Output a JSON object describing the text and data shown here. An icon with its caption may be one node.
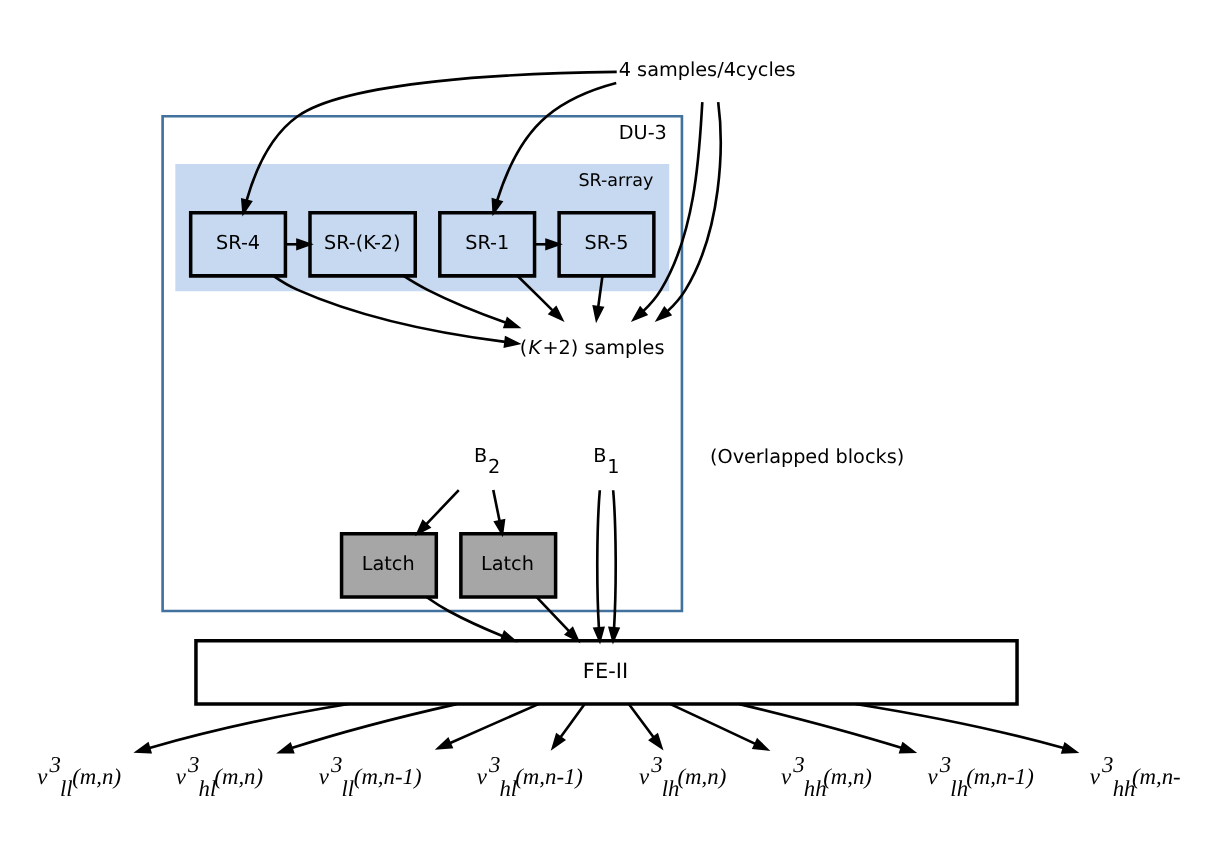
{
  "diagram": {
    "nodes": [
      {
        "text": [
          "4 samples/4cycles"
        ]
      },
      {
        "text": [
          "DU-3"
        ]
      },
      {
        "text": [
          "SR-array"
        ],
        "in": 1
      },
      {
        "text": [
          "SR-1"
        ],
        "in": 2
      },
      {
        "text": [
          "SR-4"
        ],
        "in": 2
      },
      {
        "text": [
          "SR-5"
        ],
        "in": 2
      },
      {
        "text": [
          "SR-(K-2)"
        ],
        "in": 2
      },
      {
        "text": [
          "(*K*+2) samples"
        ],
        "in": 1
      },
      {
        "text": [
          "B$_{1}$"
        ],
        "in": 1
      },
      {
        "text": [
          "B$_{2}$"
        ],
        "in": 1
      },
      {
        "text": [
          "Latch"
        ],
        "in": 1
      },
      {
        "text": [
          "Latch"
        ],
        "in": 1
      },
      {
        "text": [
          "FE-II"
        ]
      },
      {
        "text": [
          "v$^{3}$$_{ll}$(m,n)"
        ]
      },
      {
        "text": [
          "v$^{3}$$_{hl}$(m,n)"
        ]
      },
      {
        "text": [
          "v$^{3}$$_{ll}$(m,n-1)"
        ]
      },
      {
        "text": [
          "v$^{3}$$_{hl}$(m,n-1)"
        ]
      },
      {
        "text": [
          "v$^{3}$$_{lh}$(m,n)"
        ]
      },
      {
        "text": [
          "v$^{3}$$_{hh}$(m,n)"
        ]
      },
      {
        "text": [
          "v$^{3}$$_{lh}$(m,n-1)"
        ]
      },
      {
        "text": [
          "v$^{3}$$_{hh}$(m,n-"
        ]
      }
    ],
    "edges": [
      {
        "from": 0,
        "to": 3,
        "arrow": "to"
      },
      {
        "from": 0,
        "to": 4,
        "arrow": "to"
      },
      {
        "from": 0,
        "to": 7,
        "arrow": "to"
      },
      {
        "from": 0,
        "to": 7,
        "arrow": "to"
      },
      {
        "from": 3,
        "to": 5,
        "arrow": "to"
      },
      {
        "from": 4,
        "to": 6,
        "arrow": "to"
      },
      {
        "from": 3,
        "to": 7,
        "arrow": "to"
      },
      {
        "from": 4,
        "to": 7,
        "arrow": "to"
      },
      {
        "from": 5,
        "to": 7,
        "arrow": "to"
      },
      {
        "from": 6,
        "to": 7,
        "arrow": "to"
      },
      {
        "from": 8,
        "to": 12,
        "arrow": "to"
      },
      {
        "from": 8,
        "to": 12,
        "arrow": "to"
      },
      {
        "from": 9,
        "to": 10,
        "arrow": "to"
      },
      {
        "from": 9,
        "to": 11,
        "arrow": "to"
      },
      {
        "from": 10,
        "to": 12,
        "arrow": "to"
      },
      {
        "from": 11,
        "to": 12,
        "arrow": "to"
      },
      {
        "from": 12,
        "to": 13,
        "arrow": "to"
      },
      {
        "from": 12,
        "to": 14,
        "arrow": "to"
      },
      {
        "from": 12,
        "to": 15,
        "arrow": "to"
      },
      {
        "from": 12,
        "to": 16,
        "arrow": "to"
      },
      {
        "from": 12,
        "to": 17,
        "arrow": "to"
      },
      {
        "from": 12,
        "to": 18,
        "arrow": "to"
      },
      {
        "from": 12,
        "to": 19,
        "arrow": "to"
      },
      {
        "from": 12,
        "to": 20,
        "arrow": "to"
      }
    ],
    "labels": [
      "(Overlapped blocks)"
    ]
  }
}
